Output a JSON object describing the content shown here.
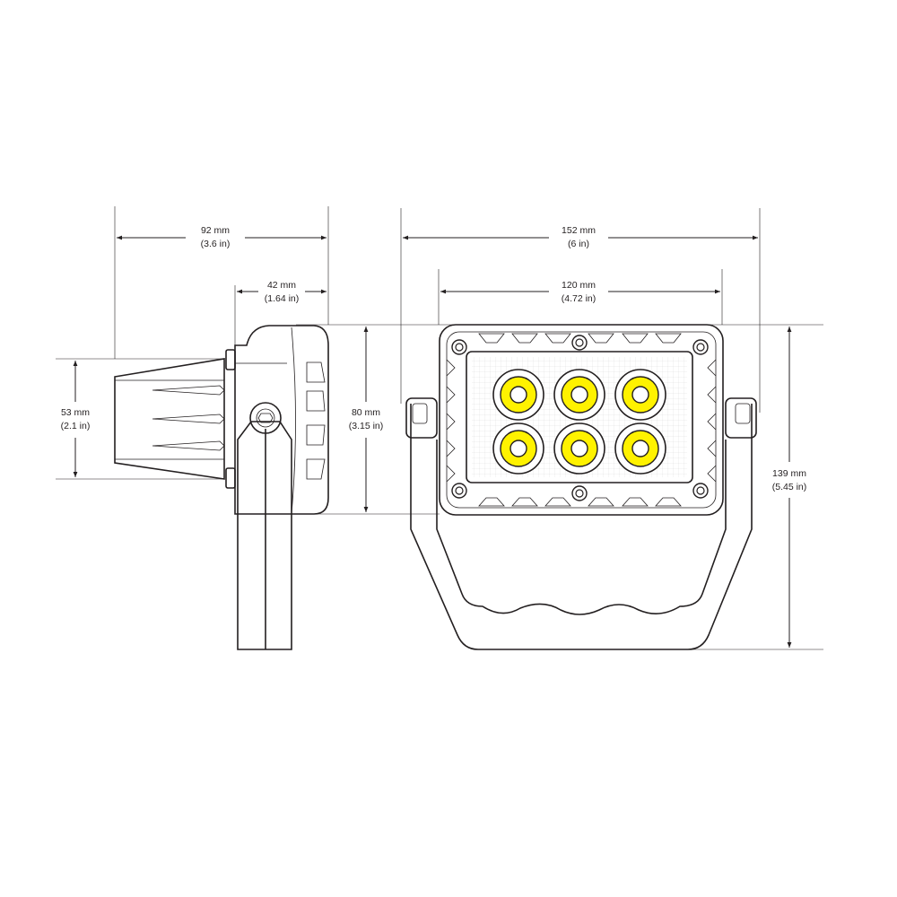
{
  "colors": {
    "line": "#231f20",
    "led": "#fff200",
    "lens": "#f2f2f2"
  },
  "dimensions": {
    "side_depth": {
      "mm": "92 mm",
      "in": "(3.6 in)"
    },
    "housing_depth": {
      "mm": "42 mm",
      "in": "(1.64 in)"
    },
    "heatsink_height": {
      "mm": "53 mm",
      "in": "(2.1 in)"
    },
    "housing_height": {
      "mm": "80 mm",
      "in": "(3.15 in)"
    },
    "overall_width": {
      "mm": "152 mm",
      "in": "(6 in)"
    },
    "housing_width": {
      "mm": "120 mm",
      "in": "(4.72 in)"
    },
    "overall_height": {
      "mm": "139 mm",
      "in": "(5.45 in)"
    }
  },
  "led_count": 6
}
